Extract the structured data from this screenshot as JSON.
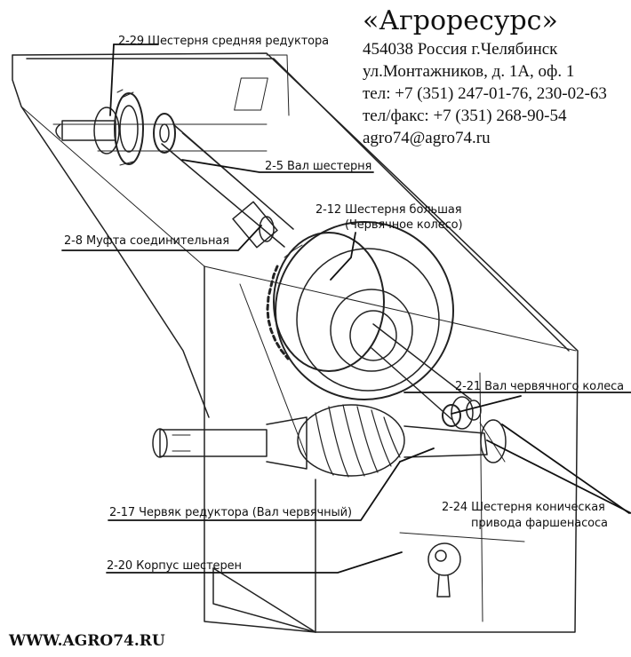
{
  "header": {
    "company": "«Агроресурс»",
    "address_lines": [
      "454038 Россия г.Челябинск",
      "ул.Монтажников, д. 1А, оф. 1",
      "тел: +7 (351) 247-01-76, 230-02-63",
      "тел/факс: +7 (351) 268-90-54",
      "agro74@agro74.ru"
    ]
  },
  "labels": [
    {
      "id": "2-29",
      "text": "2-29  Шестерня средняя редуктора"
    },
    {
      "id": "2-5",
      "text": "2-5  Вал шестерня"
    },
    {
      "id": "2-12",
      "text": "2-12 Шестерня большая"
    },
    {
      "id": "2-12b",
      "text": "(Червячное колесо)"
    },
    {
      "id": "2-8",
      "text": "2-8 Муфта соединительная"
    },
    {
      "id": "2-21",
      "text": "2-21 Вал червячного колеса"
    },
    {
      "id": "2-17",
      "text": "2-17 Червяк редуктора (Вал червячный)"
    },
    {
      "id": "2-24",
      "text": "2-24 Шестерня коническая"
    },
    {
      "id": "2-24b",
      "text": "привода фаршенасоса"
    },
    {
      "id": "2-20",
      "text": "2-20 Корпус шестерен"
    }
  ],
  "footer": {
    "website": "WWW.AGRO74.RU"
  },
  "colors": {
    "ink": "#111111",
    "paper": "#ffffff"
  }
}
